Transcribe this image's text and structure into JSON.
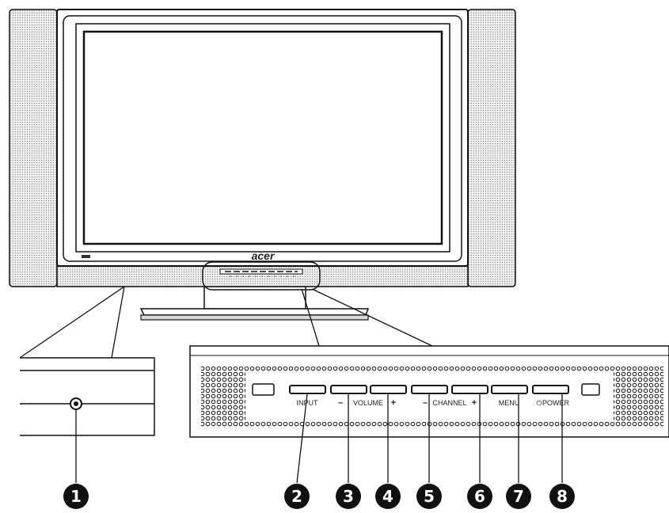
{
  "brand": "acer",
  "buttons": {
    "input": "INPUT",
    "volume": "VOLUME",
    "volume_minus": "–",
    "volume_plus": "+",
    "channel": "CHANNEL",
    "channel_minus": "–",
    "channel_plus": "+",
    "menu": "MENU",
    "power": "POWER",
    "power_symbol": "⏻"
  },
  "callouts": [
    "1",
    "2",
    "3",
    "4",
    "5",
    "6",
    "7",
    "8"
  ]
}
